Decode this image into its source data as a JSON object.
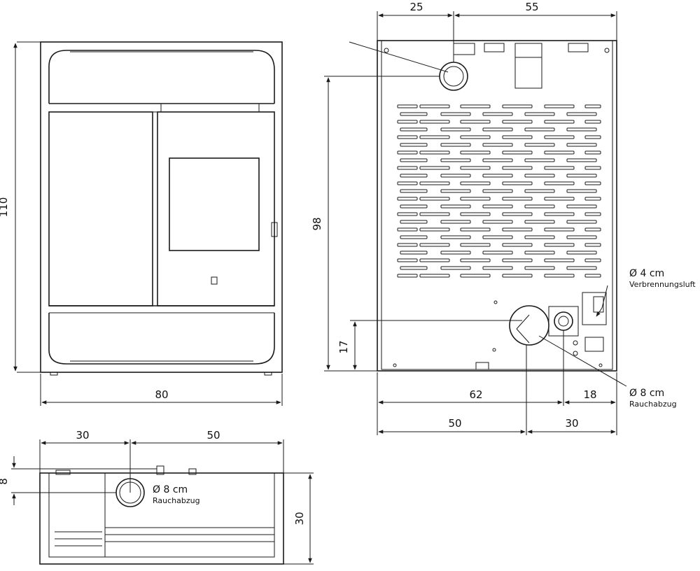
{
  "front": {
    "height_label": "110",
    "width_label": "80"
  },
  "back": {
    "top_left_label": "25",
    "top_right_label": "55",
    "height_label": "98",
    "low_height_label": "17",
    "bottom_left_label": "62",
    "bottom_right_label": "18",
    "bottom2_left_label": "50",
    "bottom2_right_label": "30",
    "combustion_air": {
      "diameter": "Ø 4 cm",
      "name": "Verbrennungsluft"
    },
    "flue": {
      "diameter": "Ø 8 cm",
      "name": "Rauchabzug"
    }
  },
  "top_view": {
    "left_label": "30",
    "right_label": "50",
    "offset_label": "8",
    "depth_label": "30",
    "flue": {
      "diameter": "Ø 8 cm",
      "name": "Rauchabzug"
    }
  },
  "colors": {
    "line": "#1a1a1a",
    "background": "#ffffff"
  }
}
